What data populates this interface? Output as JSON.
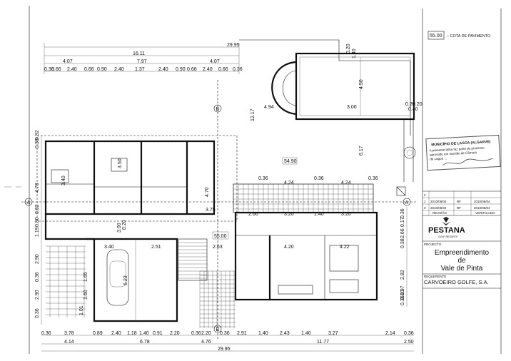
{
  "legend": {
    "box_value": "55.00",
    "text": "– COTA DE PAVIMENTO"
  },
  "stamp": {
    "title": "MUNICÍPIO DE LAGOA (ALGARVE)",
    "lines": [
      "A presente folha faz parte do processo",
      "aprovado em reunião de Câmara",
      "de Lagoa ..."
    ]
  },
  "title_block": {
    "rev_rows": [
      {
        "num": "2",
        "date": "",
        "code": "",
        "desc": ""
      },
      {
        "num": "1",
        "date": "2010/06/04",
        "code": "RF",
        "desc": "2010/06/04"
      },
      {
        "num": "0",
        "date": "2010/06/04",
        "code": "RF",
        "desc": "2010/06/04"
      }
    ],
    "rev_header": [
      "REVISÃO",
      "",
      "VERIFICADO"
    ],
    "brand": "PESTANA",
    "brand_sub": "GOLF RESORTS",
    "project_label": "PROJECTO",
    "project_lines": [
      "Empreendimento",
      "de",
      "Vale de Pinta"
    ],
    "client_label": "REQUERENTE",
    "client": "CARVOEIRO GOLFE, S.A."
  },
  "plan": {
    "elev_room": "54.90",
    "elev_center": "55.00",
    "grid_marker_top": "B",
    "grid_marker_bottom": "B",
    "section_marker_left": "A",
    "section_marker_right": "A",
    "top_dims": {
      "total_upper": "29.95",
      "overall": "16.11",
      "seg_a": "4.07",
      "seg_b": "7.97",
      "seg_c": "4.07",
      "fine": [
        "0.36",
        "0.66",
        "2.40",
        "0.66",
        "0.90",
        "2.40",
        "1.37",
        "2.40",
        "0.90",
        "0.66",
        "2.40",
        "0.66",
        "0.36"
      ]
    },
    "bottom_dims": {
      "row1": [
        "0.36",
        "3.78",
        "0.89",
        "2.40",
        "1.18",
        "1.40",
        "0.91",
        "2.20",
        "0.36",
        "2.20",
        "0.36",
        "2.91",
        "1.40",
        "2.43",
        "1.40",
        "3.27",
        "2.14",
        "0.36"
      ],
      "row2": [
        "4.14",
        "6.78",
        "4.76",
        "11.77",
        "2.50"
      ],
      "total": "29.95"
    },
    "left_dims": [
      "0.36",
      "0.92",
      "4.78",
      "0.92",
      "1.19",
      "0.80",
      "2.90",
      "0.36",
      "2.90",
      "0.36"
    ],
    "right_dims": [
      "0.36",
      "0.17",
      "2.66",
      "0.38",
      "2.82",
      "0.97",
      "0.10",
      "0.36"
    ],
    "pool_dims": [
      "0.20",
      "1.40",
      "4.50",
      "3.00",
      "0.20",
      "0.20",
      "0.40"
    ],
    "misc_dims": [
      "12.17",
      "4.94",
      "6.17",
      "3.50",
      "3.40",
      "4.70",
      "3.75",
      "3.40",
      "2.51",
      "2.63",
      "4.20",
      "4.22",
      "3.20",
      "1.40",
      "3.20",
      "0.36",
      "4.24",
      "0.36",
      "4.24",
      "0.36",
      "6.23",
      "1.65",
      "1.60",
      "1.01",
      "2.66",
      "0.20",
      "3.00"
    ]
  }
}
